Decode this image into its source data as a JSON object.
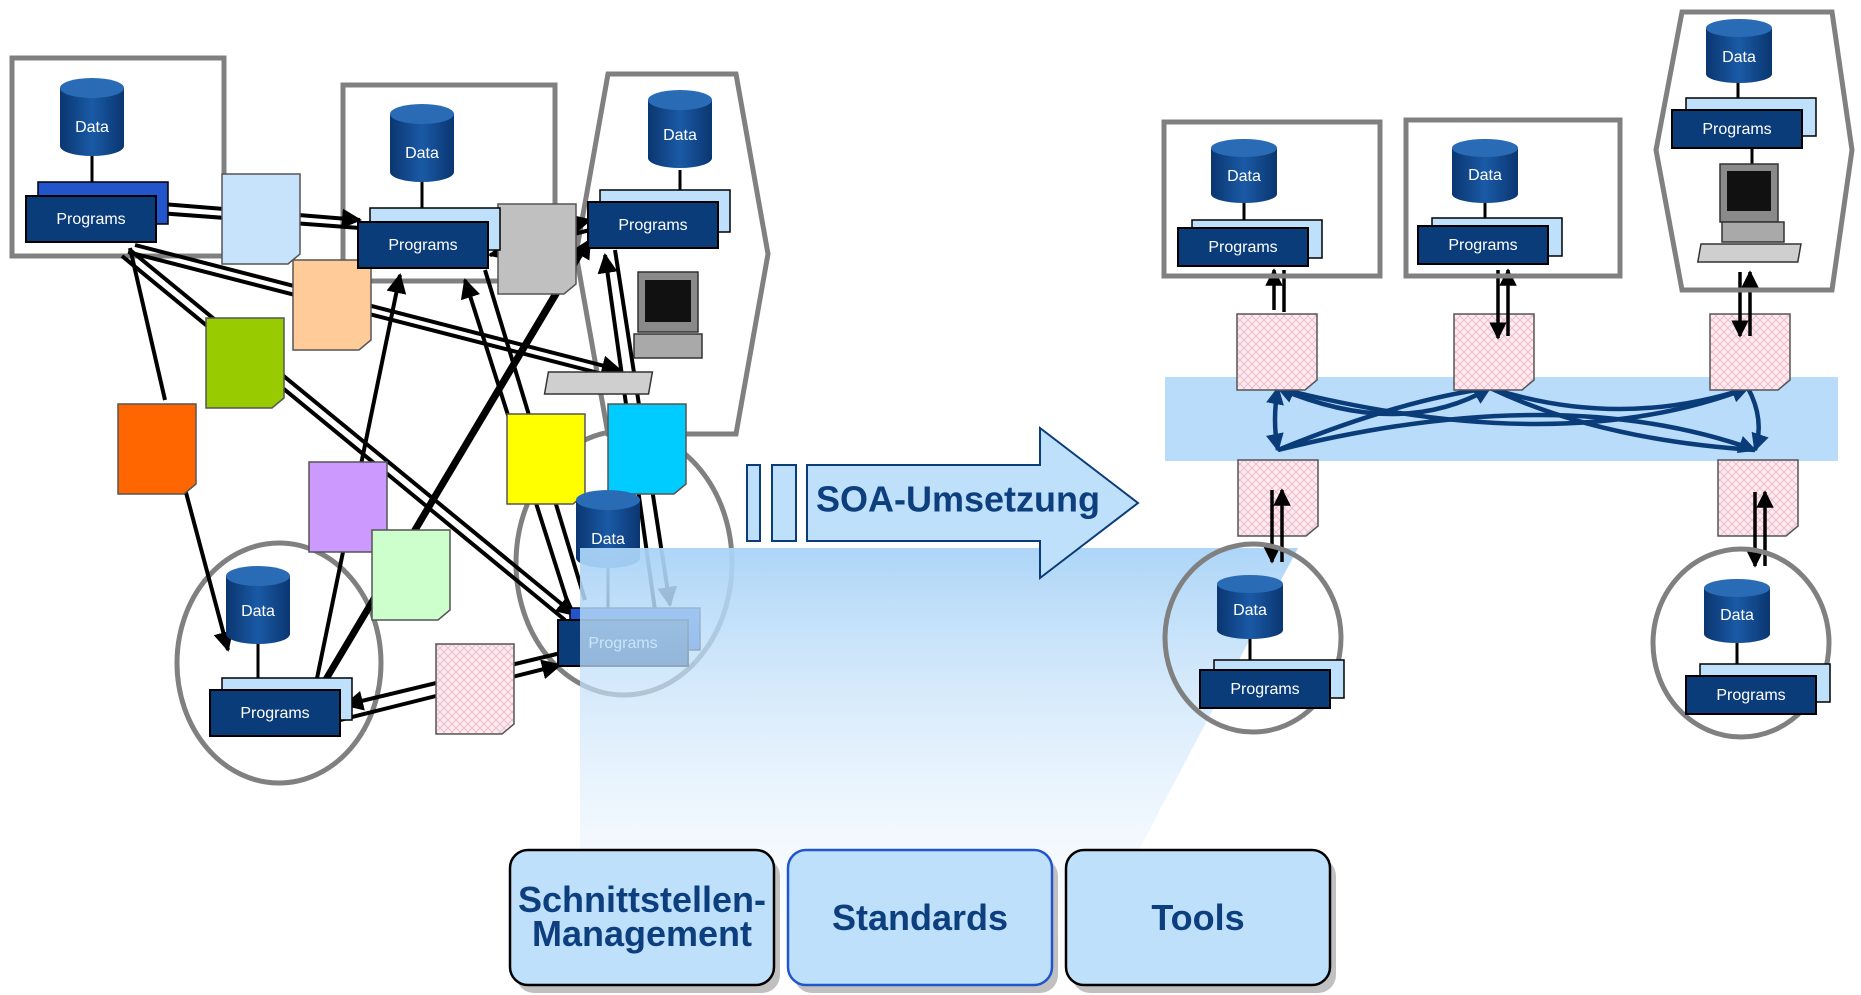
{
  "labels": {
    "data": "Data",
    "programs": "Programs"
  },
  "transition": {
    "label": "SOA-Umsetzung"
  },
  "pillars": [
    {
      "line1": "Schnittstellen-",
      "line2": "Management"
    },
    {
      "line1": "Standards",
      "line2": ""
    },
    {
      "line1": "Tools",
      "line2": ""
    }
  ],
  "colors": {
    "node_blue": "#0b3c7a",
    "light_blue": "#bfe0fb",
    "bus_blue": "#b9dcfa",
    "frame_gray": "#808080",
    "title_blue": "#0d3f7e"
  },
  "left_documents": [
    {
      "color": "#c7e3fb"
    },
    {
      "color": "#ffcc99"
    },
    {
      "color": "#c0c0c0"
    },
    {
      "color": "#99cc00"
    },
    {
      "color": "#ff6600"
    },
    {
      "color": "#ffff00"
    },
    {
      "color": "#00ccff"
    },
    {
      "color": "#cc99ff"
    },
    {
      "color": "#ccffcc"
    },
    {
      "color": "#fde9ef"
    }
  ]
}
